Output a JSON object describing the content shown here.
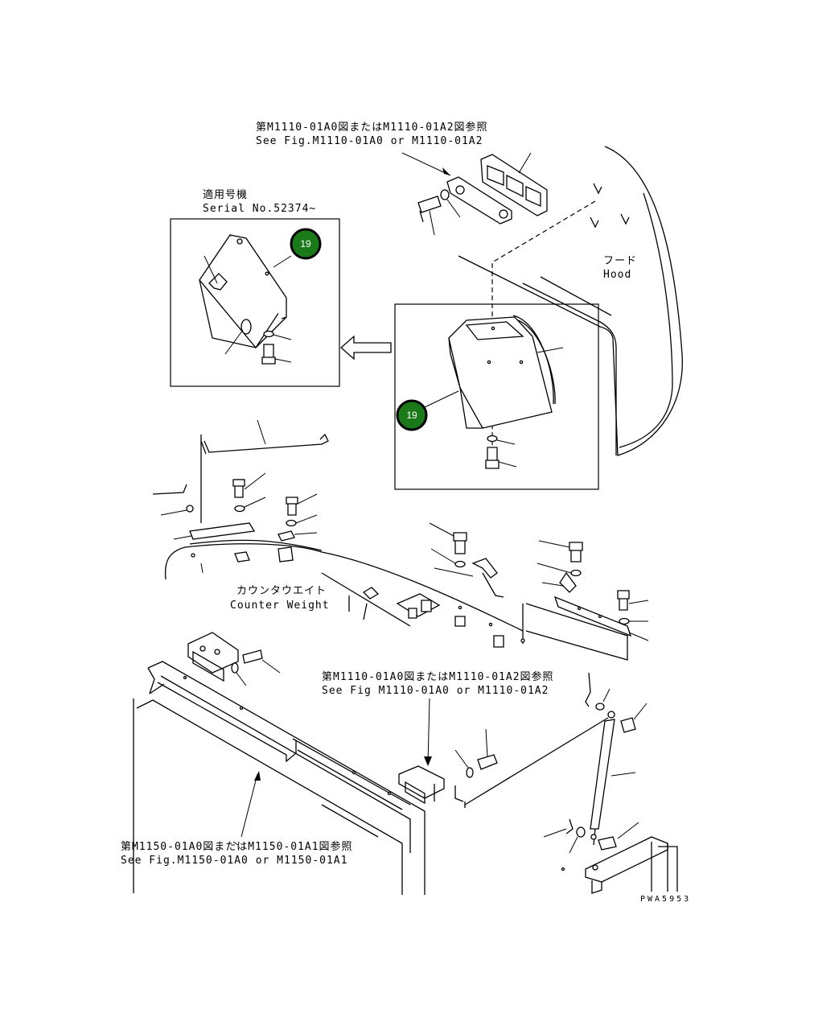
{
  "references": {
    "top_jp": "第M1110-01A0図またはM1110-01A2図参照",
    "top_en": "See Fig.M1110-01A0 or M1110-01A2",
    "mid_jp": "第M1110-01A0図またはM1110-01A2図参照",
    "mid_en": "See Fig M1110-01A0 or M1110-01A2",
    "bottom_jp": "第M1150-01A0図またはM1150-01A1図参照",
    "bottom_en": "See Fig.M1150-01A0 or M1150-01A1"
  },
  "serial": {
    "jp": "適用号機",
    "en": "Serial No.52374~"
  },
  "parts": {
    "hood_jp": "フード",
    "hood_en": "Hood",
    "counterweight_jp": "カウンタウエイト",
    "counterweight_en": "Counter Weight"
  },
  "callouts": [
    {
      "number": "19",
      "color": "#1a7a1a"
    },
    {
      "number": "19",
      "color": "#1a7a1a"
    }
  ],
  "drawing_code": "PWA5953"
}
